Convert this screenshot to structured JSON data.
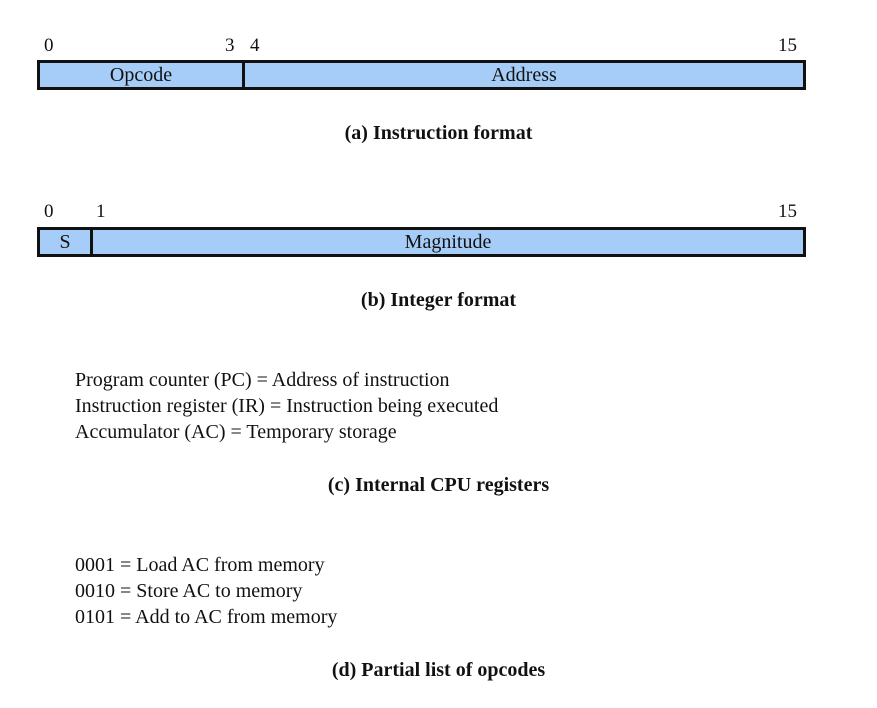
{
  "instruction_format": {
    "bits": {
      "start": "0",
      "opcode_end": "3",
      "address_start": "4",
      "end": "15"
    },
    "fields": {
      "opcode": "Opcode",
      "address": "Address"
    },
    "caption": "(a) Instruction format"
  },
  "integer_format": {
    "bits": {
      "start": "0",
      "magnitude_start": "1",
      "end": "15"
    },
    "fields": {
      "sign": "S",
      "magnitude": "Magnitude"
    },
    "caption": "(b) Integer format"
  },
  "registers": {
    "lines": [
      "Program counter (PC) = Address of instruction",
      "Instruction register (IR) = Instruction being executed",
      "Accumulator (AC) = Temporary storage"
    ],
    "caption": "(c) Internal CPU registers"
  },
  "opcodes": {
    "lines": [
      "0001 = Load AC from memory",
      "0010 = Store AC to memory",
      "0101 = Add to AC from memory"
    ],
    "caption": "(d) Partial list of opcodes"
  }
}
